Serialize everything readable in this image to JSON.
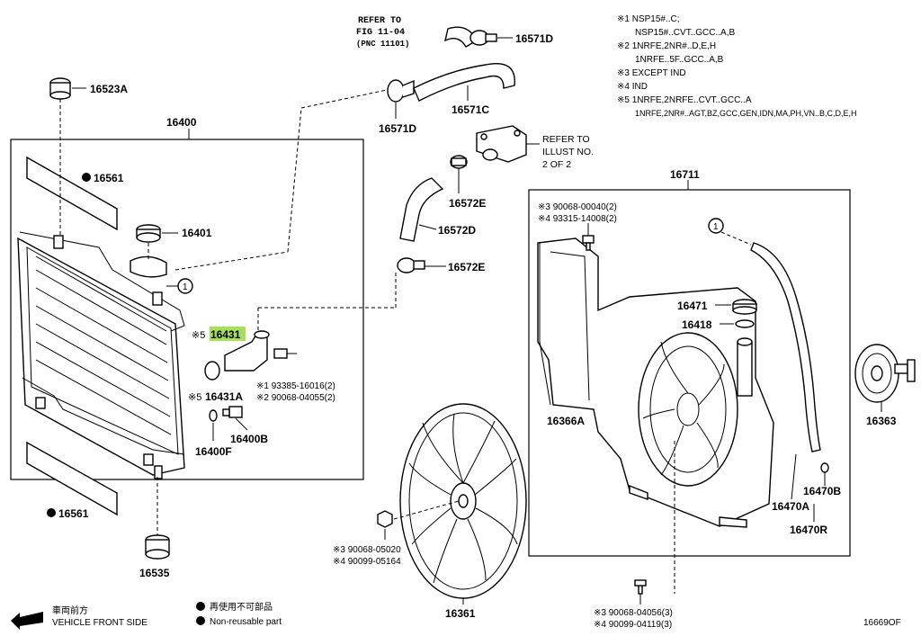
{
  "figure_number": "16669OF",
  "colors": {
    "highlight": "#a6e05a",
    "ink": "#000000",
    "background": "#ffffff"
  },
  "references": {
    "top": {
      "line1": "REFER TO",
      "line2": "FIG 11-04",
      "line3": "(PNC 11101)"
    },
    "right": {
      "line1": "REFER TO",
      "line2": "ILLUST NO.",
      "line3": "2 OF 2"
    }
  },
  "notes": [
    "※1 NSP15#..C;",
    "NSP15#..CVT..GCC..A,B",
    "※2 1NRFE,2NR#..D,E,H",
    "1NRFE..5F..GCC..A,B",
    "※3 EXCEPT IND",
    "※4 IND",
    "※5 1NRFE,2NRFE..CVT..GCC..A",
    "1NRFE,2NR#..AGT,BZ,GCC,GEN,IDN,MA,PH,VN..B,C,D,E,H"
  ],
  "group_labels": {
    "radiator_assy": "16400",
    "fan_shroud_assy": "16711"
  },
  "parts": {
    "p16523A": "16523A",
    "p16561_top": "16561",
    "p16561_bottom": "16561",
    "p16401": "16401",
    "p16431": "16431",
    "p16431_prefix": "※5",
    "p16431A": "16431A",
    "p16431A_prefix": "※5",
    "p16400B": "16400B",
    "p16400F": "16400F",
    "p16535": "16535",
    "p16571D_top": "16571D",
    "p16571D_bottom": "16571D",
    "p16571C": "16571C",
    "p16572E_top": "16572E",
    "p16572D": "16572D",
    "p16572E_bottom": "16572E",
    "p16471": "16471",
    "p16418": "16418",
    "p16366A": "16366A",
    "p16363": "16363",
    "p16361": "16361",
    "p16470A": "16470A",
    "p16470B": "16470B",
    "p16470R": "16470R"
  },
  "callout_marker": "1",
  "bolts": {
    "stud_a": "※1 93385-16016(2)",
    "stud_b": "※2 90068-04055(2)",
    "fan_nut_a": "※3 90068-05020",
    "fan_nut_b": "※4 90099-05164",
    "shroud_top_a": "※3 90068-00040(2)",
    "shroud_top_b": "※4 93315-14008(2)",
    "shroud_bottom_a": "※3 90068-04056(3)",
    "shroud_bottom_b": "※4 90099-04119(3)"
  },
  "legend": {
    "front_jp": "車両前方",
    "front_en": "VEHICLE FRONT SIDE",
    "nonreusable_jp": "再使用不可部品",
    "nonreusable_en": "Non-reusable part"
  }
}
